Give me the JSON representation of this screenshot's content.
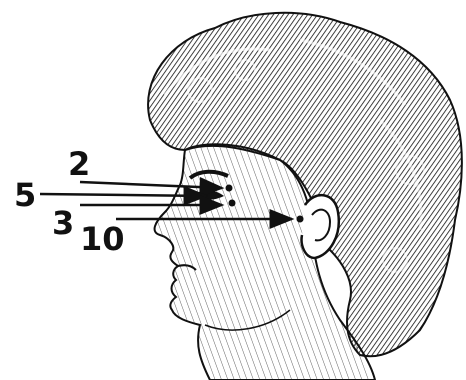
{
  "callouts": [
    {
      "label": "2"
    },
    {
      "label": "5"
    },
    {
      "label": "3"
    },
    {
      "label": "10"
    }
  ],
  "colors": {
    "ink": "#111111",
    "paper": "#ffffff"
  }
}
